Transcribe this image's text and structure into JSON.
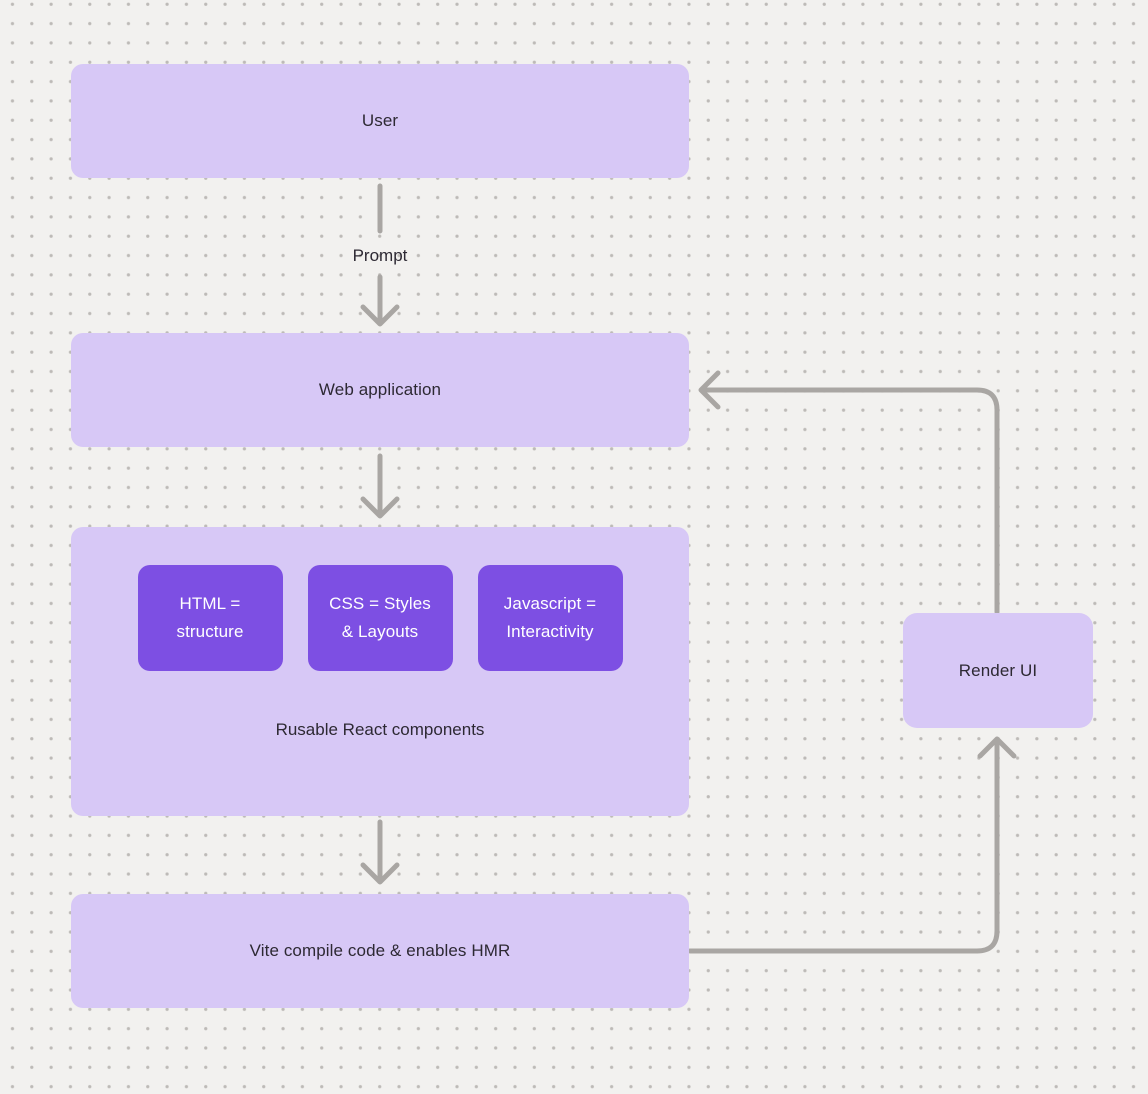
{
  "diagram": {
    "nodes": {
      "user": {
        "label": "User"
      },
      "web_application": {
        "label": "Web application"
      },
      "components": {
        "caption": "Rusable React components",
        "children": [
          {
            "label": "HTML =\nstructure"
          },
          {
            "label": "CSS = Styles\n& Layouts"
          },
          {
            "label": "Javascript =\nInteractivity"
          }
        ]
      },
      "vite": {
        "label": "Vite compile code & enables HMR"
      },
      "render_ui": {
        "label": "Render UI"
      }
    },
    "edge_labels": {
      "prompt": "Prompt"
    },
    "colors": {
      "node_light": "#d7c8f6",
      "node_accent": "#7d4fe3",
      "arrow": "#a9a6a3",
      "canvas_bg": "#f2f1ef",
      "dot": "#bdbab7",
      "text_dark": "#2d2933",
      "text_light": "#ffffff"
    }
  }
}
